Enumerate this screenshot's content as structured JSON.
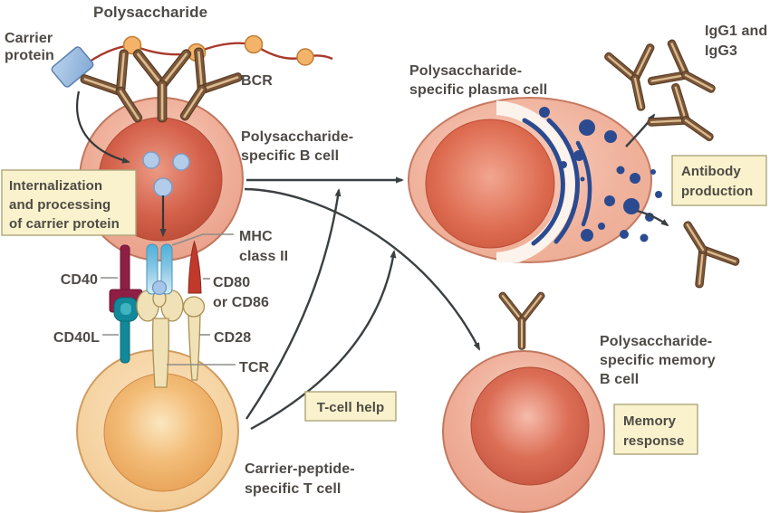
{
  "labels": {
    "polysaccharide": "Polysaccharide",
    "carrier_protein": [
      "Carrier",
      "protein"
    ],
    "bcr": "BCR",
    "b_cell": [
      "Polysaccharide-",
      "specific B cell"
    ],
    "mhc_class_ii": [
      "MHC",
      "class II"
    ],
    "cd40": "CD40",
    "cd40l": "CD40L",
    "cd80_cd86": [
      "CD80",
      "or CD86"
    ],
    "cd28": "CD28",
    "tcr": "TCR",
    "t_cell": [
      "Carrier-peptide-",
      "specific T cell"
    ],
    "plasma_cell": [
      "Polysaccharide-",
      "specific plasma cell"
    ],
    "igg": [
      "IgG1 and",
      "IgG3"
    ],
    "memory_b_cell": [
      "Polysaccharide-",
      "specific memory",
      "B cell"
    ]
  },
  "callouts": {
    "internalization": [
      "Internalization",
      "and processing",
      "of carrier protein"
    ],
    "t_cell_help": "T-cell help",
    "antibody_production": [
      "Antibody",
      "production"
    ],
    "memory_response": [
      "Memory",
      "response"
    ]
  },
  "colors": {
    "text": "#4e4a45",
    "arrow": "#3a3f42",
    "callout_bg": "#f9f2cc",
    "callout_border": "#aea57b",
    "antibody_brown": "#7c573a",
    "plasma_granules": "#2b4a90",
    "cd40_maroon": "#8f1e45",
    "cd40l_teal": "#11899a",
    "cd80_red": "#c0392b",
    "tcr_cream": "#f0e2b6",
    "polysaccharide_chain": "#a8392b",
    "polysaccharide_bead": "#f3b469"
  }
}
